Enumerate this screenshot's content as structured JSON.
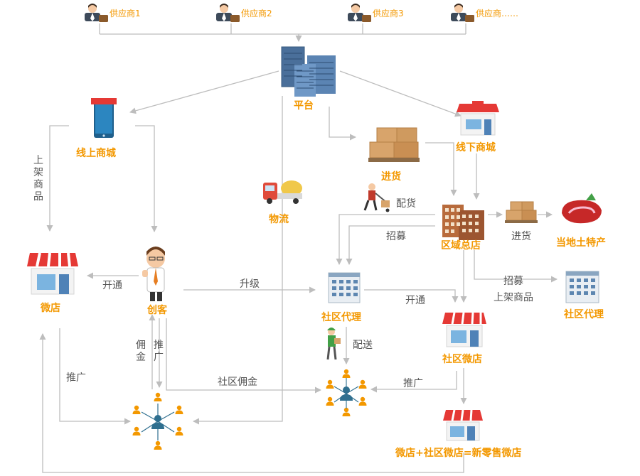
{
  "suppliers": [
    "供应商1",
    "供应商2",
    "供应商3",
    "供应商……"
  ],
  "nodes": {
    "platform": "平台",
    "online_mall": "线上商城",
    "offline_mall": "线下商城",
    "restock_1": "进货",
    "logistics": "物流",
    "regional_hq": "区域总店",
    "local_products": "当地土特产",
    "micro_store": "微店",
    "maker": "创客",
    "community_agent": "社区代理",
    "community_agent_2": "社区代理",
    "community_micro_store": "社区微店",
    "new_retail": "微店+社区微店=新零售微店"
  },
  "edge_labels": {
    "list_goods_vertical": "上架商品",
    "distribute_goods": "配货",
    "recruit_1": "招募",
    "restock_2": "进货",
    "open_1": "开通",
    "upgrade": "升级",
    "open_2": "开通",
    "recruit_2": "招募",
    "list_goods_2": "上架商品",
    "commission_vertical": "佣金",
    "promote_vertical": "推广",
    "delivery": "配送",
    "promote_1": "推广",
    "community_commission": "社区佣金",
    "promote_2": "推广"
  },
  "colors": {
    "accent": "#f39800",
    "line": "#bdbdbd",
    "text": "#555555",
    "user": "#f39800",
    "user_center": "#2f6f8f"
  }
}
